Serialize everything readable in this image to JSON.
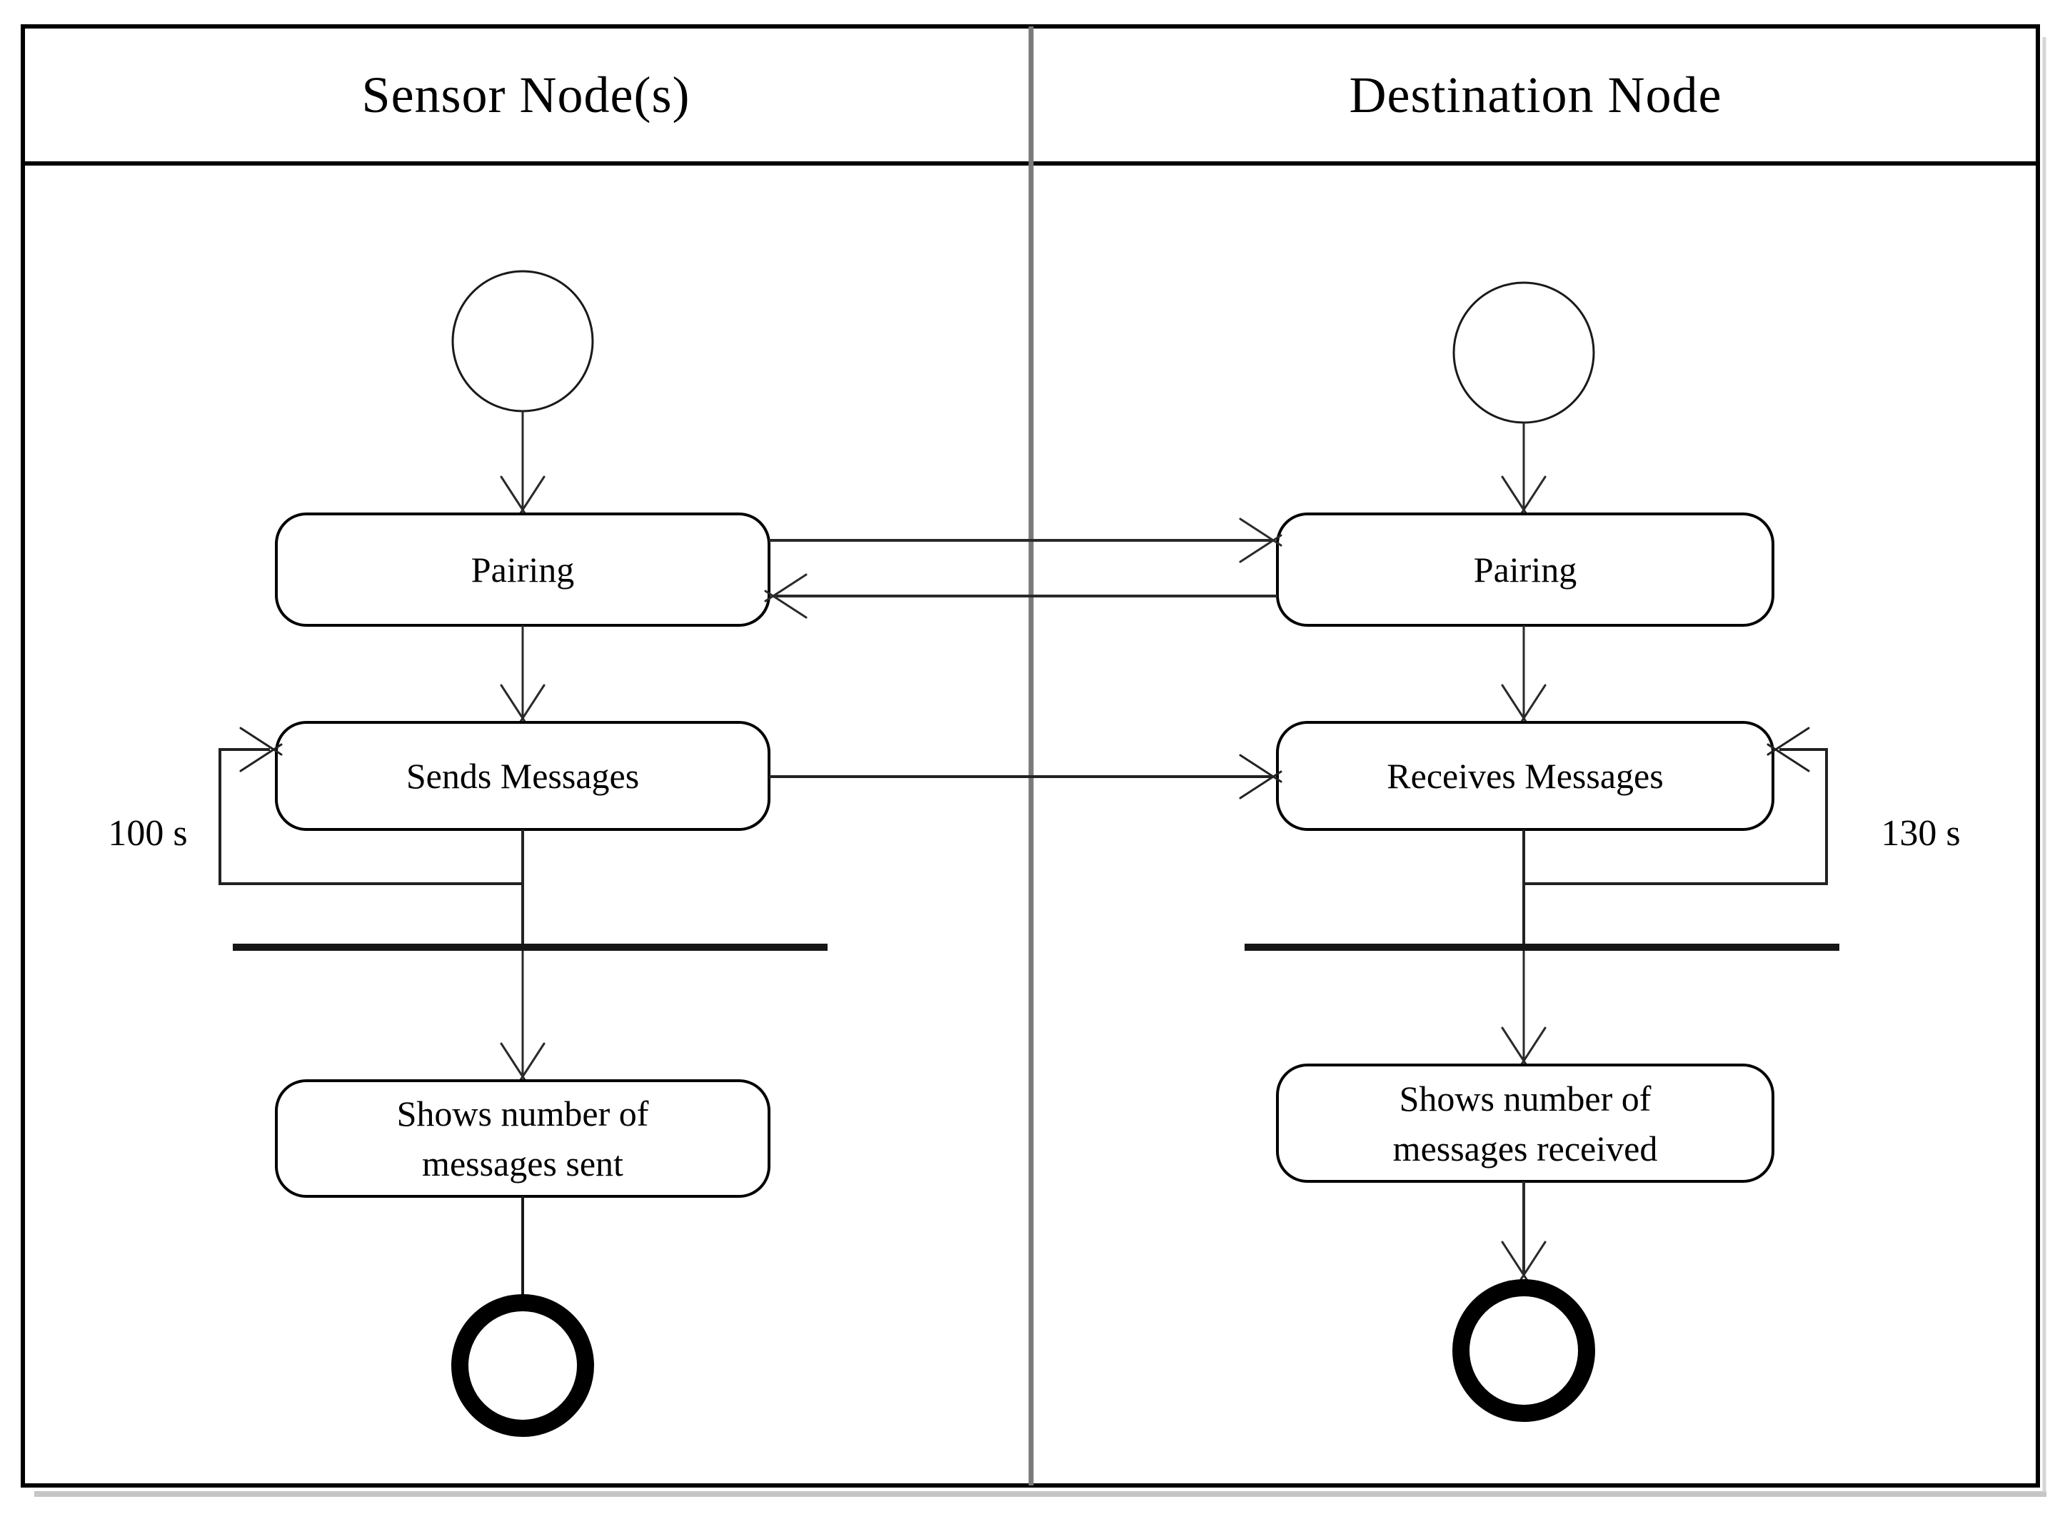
{
  "diagram": {
    "kind": "uml-activity-swimlane",
    "colors": {
      "background": "#ffffff",
      "border": "#000000",
      "lane_divider": "#7a7a7a",
      "connector": "#2a2a2a",
      "sync_bar": "#161616",
      "text": "#000000"
    }
  },
  "lanes": [
    {
      "title": "Sensor Node(s)",
      "nodes": {
        "pairing": "Pairing",
        "action": "Sends Messages",
        "loop_timer": "100 s",
        "result_line1": "Shows number of",
        "result_line2": "messages sent"
      }
    },
    {
      "title": "Destination Node",
      "nodes": {
        "pairing": "Pairing",
        "action": "Receives Messages",
        "loop_timer": "130 s",
        "result_line1": "Shows number of",
        "result_line2": "messages received"
      }
    }
  ]
}
